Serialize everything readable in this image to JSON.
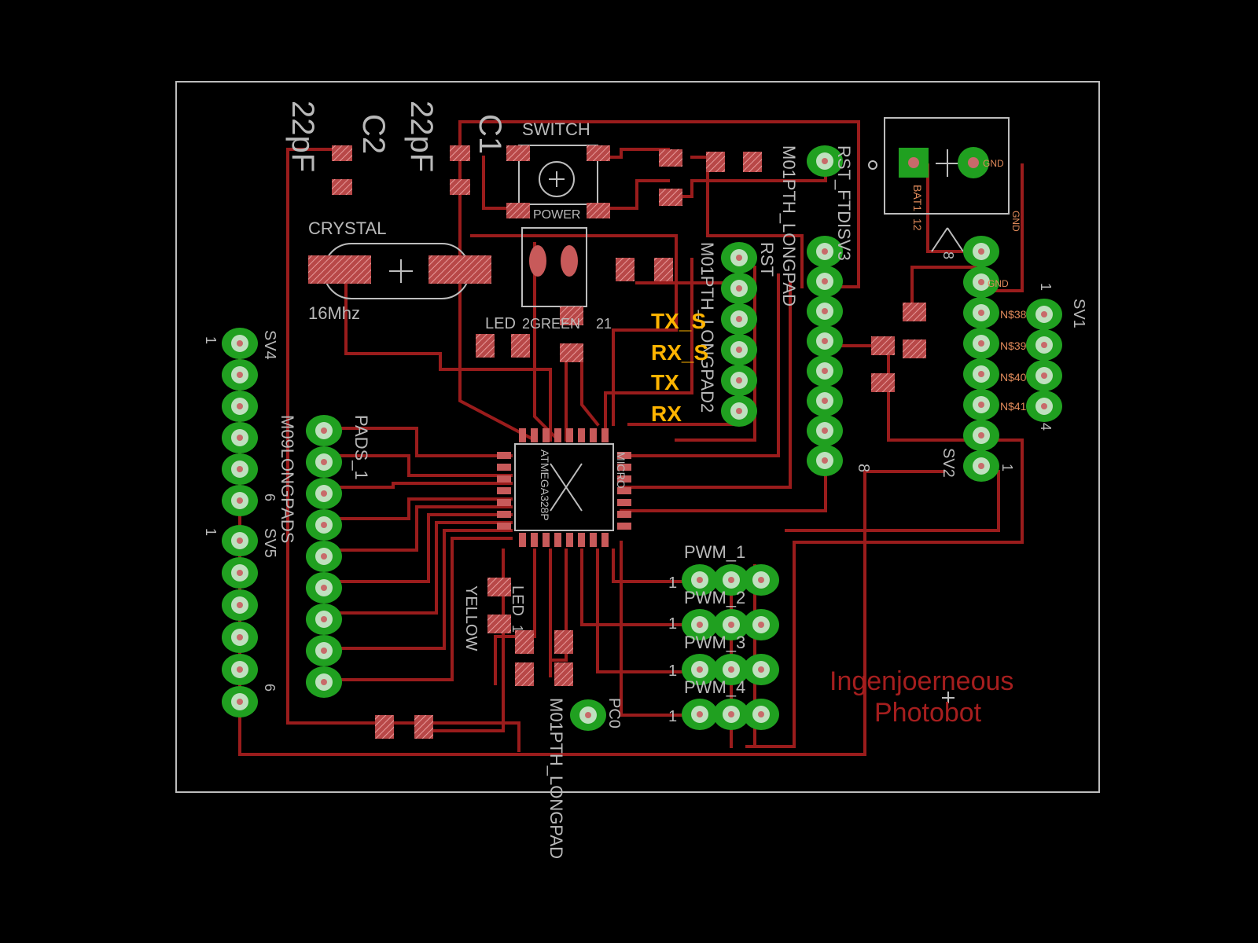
{
  "components": {
    "c2_value": "22pF",
    "c2_name": "C2",
    "c1_value": "22pF",
    "c1_name": "C1",
    "switch": "SWITCH",
    "power": "POWER",
    "crystal": "CRYSTAL",
    "crystal_freq": "16Mhz",
    "led_green": "LED",
    "led_green_part": "2GREEN",
    "led_green_suffix": "21",
    "rst_ftdi": "RST_FTDISV3",
    "m01_a": "M01PTH_LONGPAD",
    "rst_b": "RST",
    "m01_b": "M01PTH_LONGPAD2",
    "sv4": "SV4",
    "sv5": "SV5",
    "m09": "M09LONGPADS",
    "pads1": "PADS_1",
    "mcu": "ATMEGA328P",
    "micro": "MICRO",
    "led_yellow": "LED",
    "led_yellow_part": "YELLOW",
    "led_yellow_suffix": "1",
    "m01_c": "M01PTH_LONGPAD",
    "pc0": "PC0",
    "pwm1": "PWM_1",
    "pwm2": "PWM_2",
    "pwm3": "PWM_3",
    "pwm4": "PWM_4",
    "sv1": "SV1",
    "sv2": "SV2",
    "bat": "BAT1",
    "bat_net": "12",
    "gnd": "GND",
    "net38": "N$38",
    "net39": "N$39",
    "net40": "N$40",
    "net41": "N$41",
    "pin_1": "1",
    "pin_4": "4",
    "pin_6": "6",
    "pin_8": "8"
  },
  "overlay_labels": [
    "TX_S",
    "RX_S",
    "TX",
    "RX"
  ],
  "branding": {
    "line1": "Ingenjoerneous",
    "line2": "Photobot"
  },
  "colors": {
    "background": "#000000",
    "trace": "#9a1c1c",
    "pad": "#20a020",
    "overlay": "#ffb400",
    "silkscreen": "#bdbdbd"
  }
}
